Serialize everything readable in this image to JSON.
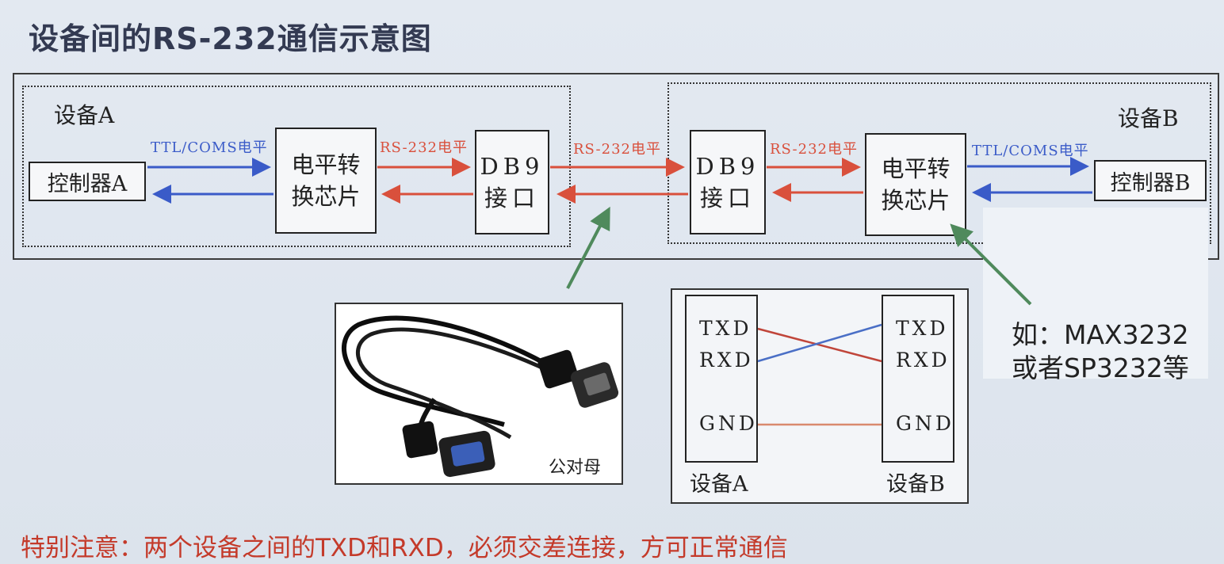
{
  "title": "设备间的RS-232通信示意图",
  "top_diagram": {
    "device_a": {
      "label": "设备A",
      "controller": "控制器A",
      "chip_line1": "电平转",
      "chip_line2": "换芯片",
      "db9_line1": "DB9",
      "db9_line2": "接口"
    },
    "device_b": {
      "label": "设备B",
      "controller": "控制器B",
      "chip_line1": "电平转",
      "chip_line2": "换芯片",
      "db9_line1": "DB9",
      "db9_line2": "接口"
    },
    "links": {
      "ttl_a": "TTL/COMS电平",
      "rs232_a": "RS-232电平",
      "rs232_cable": "RS-232电平",
      "rs232_b": "RS-232电平",
      "ttl_b": "TTL/COMS电平"
    }
  },
  "cable_photo": {
    "caption": "公对母"
  },
  "wiring": {
    "left_pins": [
      "TXD",
      "RXD",
      "GND"
    ],
    "right_pins": [
      "TXD",
      "RXD",
      "GND"
    ],
    "left_device": "设备A",
    "right_device": "设备B"
  },
  "chip_example": {
    "line1": "如：MAX3232",
    "line2": "或者SP3232等"
  },
  "note": "特别注意：两个设备之间的TXD和RXD，必须交差连接，方可正常通信",
  "colors": {
    "ttl_arrow": "#3a5bc8",
    "rs232_arrow": "#d9503c",
    "pointer_arrow": "#4f8a5c",
    "note_text": "#c43a2a"
  }
}
